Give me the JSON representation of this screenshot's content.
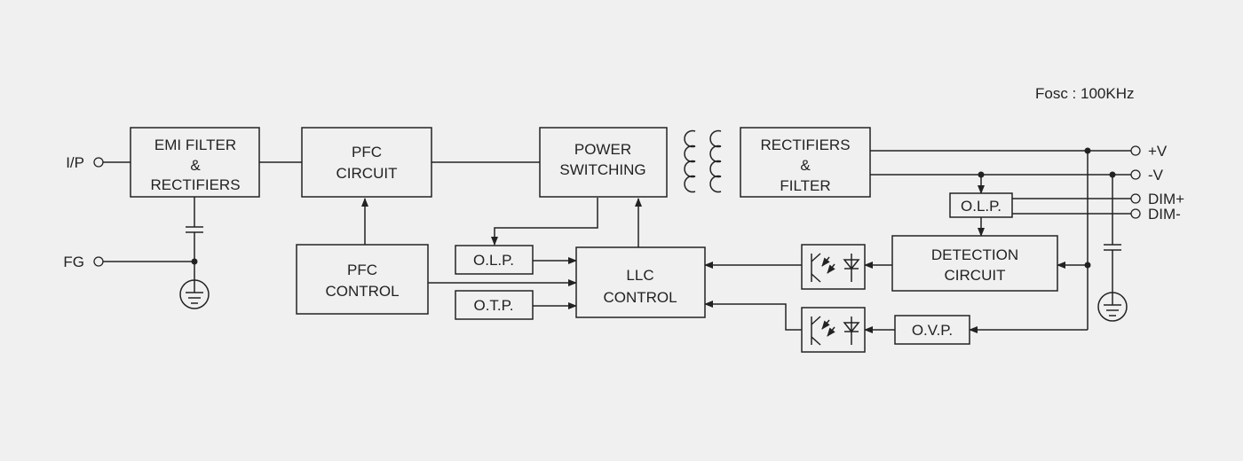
{
  "fosc": "Fosc : 100KHz",
  "inputs": {
    "ip": "I/P",
    "fg": "FG"
  },
  "outputs": {
    "pos": "+V",
    "neg": "-V",
    "dim_pos": "DIM+",
    "dim_neg": "DIM-"
  },
  "blocks": {
    "emi_filter": [
      "EMI FILTER",
      "&",
      "RECTIFIERS"
    ],
    "pfc_circuit": [
      "PFC",
      "CIRCUIT"
    ],
    "power_switching": [
      "POWER",
      "SWITCHING"
    ],
    "rectifiers_filter": [
      "RECTIFIERS",
      "&",
      "FILTER"
    ],
    "pfc_control": [
      "PFC",
      "CONTROL"
    ],
    "olp_left": "O.L.P.",
    "otp": "O.T.P.",
    "llc_control": [
      "LLC",
      "CONTROL"
    ],
    "olp_right": "O.L.P.",
    "detection": [
      "DETECTION",
      "CIRCUIT"
    ],
    "ovp": "O.V.P."
  }
}
